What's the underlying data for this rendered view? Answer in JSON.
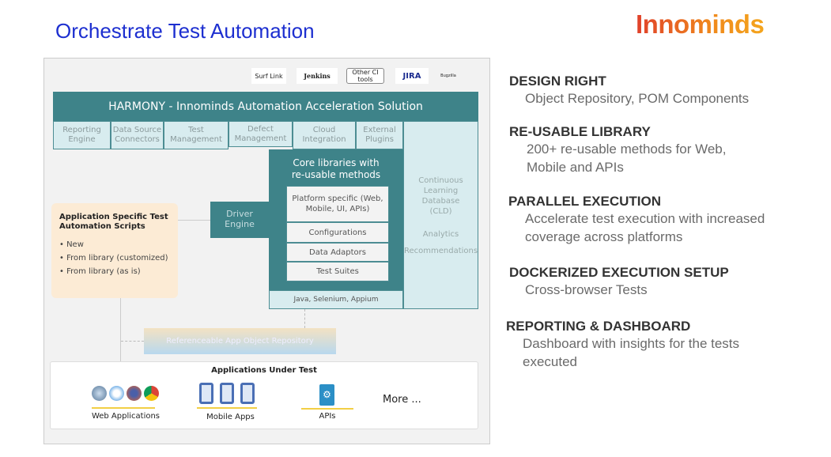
{
  "title": "Orchestrate Test Automation",
  "logo": "Innominds",
  "tools": [
    "Surf Link",
    "Jenkins",
    "Other CI tools",
    "JIRA",
    "Bugzilla"
  ],
  "harmony": "HARMONY - Innominds Automation Acceleration Solution",
  "modules": [
    "Reporting Engine",
    "Data Source Connectors",
    "Test Management",
    "Defect Management",
    "Cloud Integration",
    "External Plugins"
  ],
  "cld": {
    "title": "Continuous Learning Database (CLD)",
    "analytics": "Analytics",
    "recommendations": "Recommendations"
  },
  "core": {
    "title": "Core libraries with re-usable methods",
    "items": [
      "Platform specific (Web, Mobile, UI, APIs)",
      "Configurations",
      "Data Adaptors",
      "Test Suites"
    ],
    "base": "Java, Selenium, Appium"
  },
  "driver": "Driver Engine",
  "scripts": {
    "title": "Application Specific Test Automation Scripts",
    "items": [
      "New",
      "From library (customized)",
      "From library (as is)"
    ]
  },
  "repo": "Referenceable App Object Repository",
  "aut": {
    "title": "Applications Under Test",
    "web": "Web Applications",
    "mobile": "Mobile Apps",
    "apis": "APIs",
    "more": "More ..."
  },
  "features": [
    {
      "h": "DESIGN RIGHT",
      "d": "Object Repository, POM Components"
    },
    {
      "h": "RE-USABLE LIBRARY",
      "d": "200+ re-usable methods for Web, Mobile and APIs"
    },
    {
      "h": "PARALLEL EXECUTION",
      "d": "Accelerate test execution with increased coverage across platforms"
    },
    {
      "h": "DOCKERIZED EXECUTION SETUP",
      "d": "Cross-browser Tests"
    },
    {
      "h": "REPORTING & DASHBOARD",
      "d": "Dashboard with insights for the tests executed"
    }
  ]
}
